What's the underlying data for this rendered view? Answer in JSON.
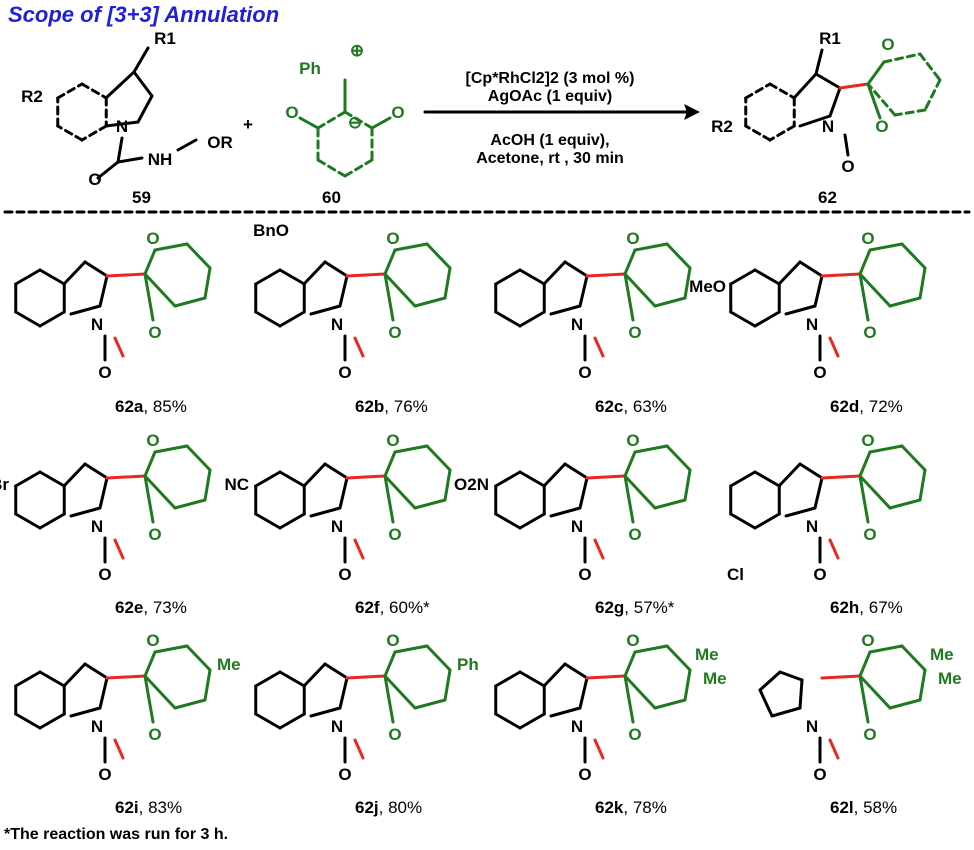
{
  "title": "Scope of [3+3] Annulation",
  "scheme": {
    "reactant1_id": "59",
    "reactant2_id": "60",
    "product_id": "62",
    "plus": "+",
    "conditions_above": [
      "[Cp*RhCl2]2 (3 mol %)",
      "AgOAc (1 equiv)"
    ],
    "conditions_below": [
      "AcOH (1 equiv),",
      "Acetone, rt , 30 min"
    ],
    "atoms": {
      "r1": "R1",
      "r2": "R2",
      "nh": "NH",
      "or": "OR",
      "n": "N",
      "o": "O",
      "ph": "Ph",
      "plus_charge": "⊕",
      "minus_charge": "⊖"
    }
  },
  "products": [
    {
      "id": "62a",
      "yield": "85%",
      "note": ""
    },
    {
      "id": "62b",
      "yield": "76%",
      "note": ""
    },
    {
      "id": "62c",
      "yield": "63%",
      "note": ""
    },
    {
      "id": "62d",
      "yield": "72%",
      "note": ""
    },
    {
      "id": "62e",
      "yield": "73%",
      "note": ""
    },
    {
      "id": "62f",
      "yield": "60%",
      "note": "*"
    },
    {
      "id": "62g",
      "yield": "57%",
      "note": "*"
    },
    {
      "id": "62h",
      "yield": "67%",
      "note": ""
    },
    {
      "id": "62i",
      "yield": "83%",
      "note": ""
    },
    {
      "id": "62j",
      "yield": "80%",
      "note": ""
    },
    {
      "id": "62k",
      "yield": "78%",
      "note": ""
    },
    {
      "id": "62l",
      "yield": "58%",
      "note": ""
    }
  ],
  "substituents": {
    "b": "BnO",
    "d": "MeO",
    "e": "Br",
    "f": "NC",
    "g": "O2N",
    "h": "Cl",
    "i": "Me",
    "j": "Ph",
    "k_me1": "Me",
    "k_me2": "Me",
    "l_me1": "Me",
    "l_me2": "Me"
  },
  "footnote": "*The reaction was run for 3 h.",
  "colors": {
    "title": "#1f1fdc",
    "green": "#1e7a1e",
    "red": "#e8281e",
    "black": "#000000"
  }
}
